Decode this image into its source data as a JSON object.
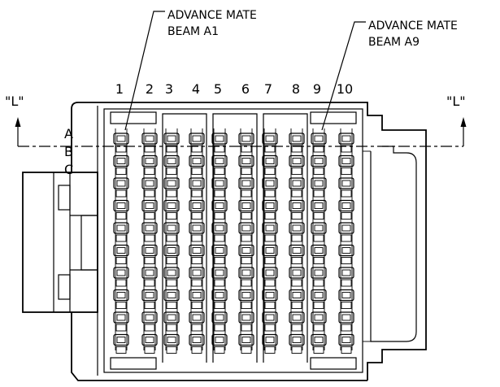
{
  "callouts": {
    "left": {
      "line1": "ADVANCE MATE",
      "line2": "BEAM A1"
    },
    "right": {
      "line1": "ADVANCE MATE",
      "line2": "BEAM A9"
    }
  },
  "section_markers": {
    "left": "\"L\"",
    "right": "\"L\""
  },
  "column_numbers": [
    "1",
    "2",
    "3",
    "4",
    "5",
    "6",
    "7",
    "8",
    "9",
    "10"
  ],
  "row_letters": [
    "A",
    "B",
    "C"
  ],
  "rows_per_column": 10
}
